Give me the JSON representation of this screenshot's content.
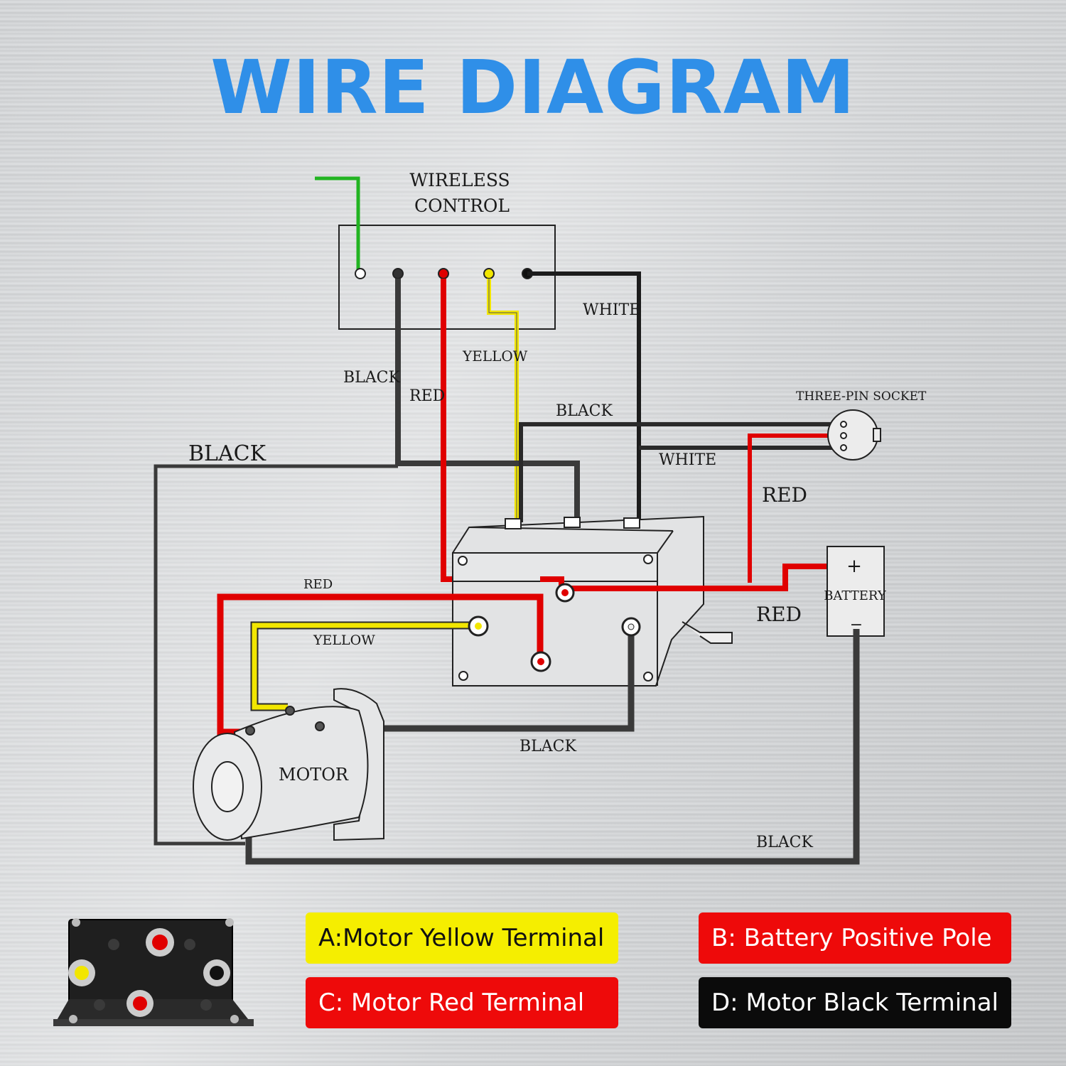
{
  "title": "WIRE DIAGRAM",
  "labels": {
    "wireless_control_line1": "WIRELESS",
    "wireless_control_line2": "CONTROL",
    "white_top": "WHITE",
    "yellow_top": "YELLOW",
    "black_left_short": "BLACK",
    "red_top": "RED",
    "black_mid": "BLACK",
    "three_pin_socket": "THREE-PIN SOCKET",
    "white_mid": "WHITE",
    "red_right": "RED",
    "black_big": "BLACK",
    "red_motor": "RED",
    "yellow_motor": "YELLOW",
    "battery": "BATTERY",
    "battery_plus": "+",
    "battery_minus": "−",
    "red_battery": "RED",
    "motor": "MOTOR",
    "black_motor": "BLACK",
    "black_bottom": "BLACK"
  },
  "legend": {
    "a": "A:Motor Yellow Terminal",
    "b": "B: Battery Positive Pole",
    "c": "C: Motor Red Terminal",
    "d": "D: Motor Black Terminal"
  },
  "colors": {
    "title": "#2f8fe8",
    "wire_black": "#1c1c1c",
    "wire_red": "#e00000",
    "wire_yellow": "#f2e600",
    "wire_green": "#22b422",
    "legend_yellow": "#f5ee00",
    "legend_red": "#ee0a0a",
    "legend_black": "#0b0b0b"
  }
}
